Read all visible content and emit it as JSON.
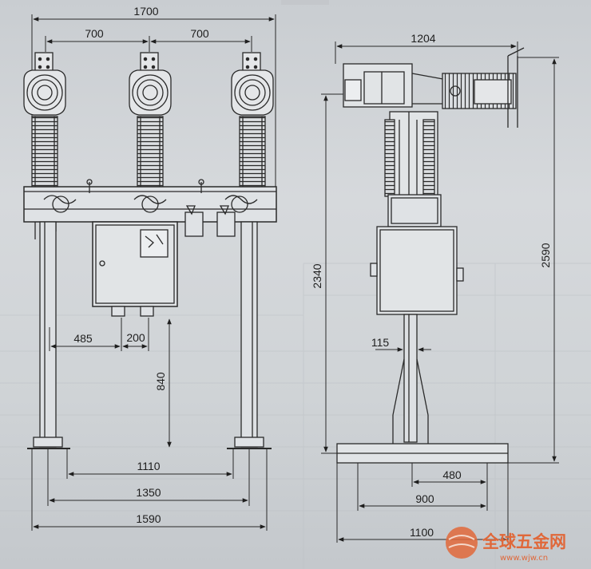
{
  "front_view": {
    "dims": {
      "overall_width": "1700",
      "pole_spacing_left": "700",
      "pole_spacing_right": "700",
      "column_to_box": "485",
      "box_outlet": "200",
      "box_height": "840",
      "base_inner": "1110",
      "base_mid": "1350",
      "base_outer": "1590"
    }
  },
  "side_view": {
    "dims": {
      "top_width": "1204",
      "height_main": "2340",
      "height_total": "2590",
      "column_offset": "115",
      "base_480": "480",
      "base_900": "900",
      "base_1100": "1100"
    }
  },
  "watermark": {
    "text": "全球五金网",
    "url": "www.wjw.cn",
    "color": "#e0683a"
  }
}
